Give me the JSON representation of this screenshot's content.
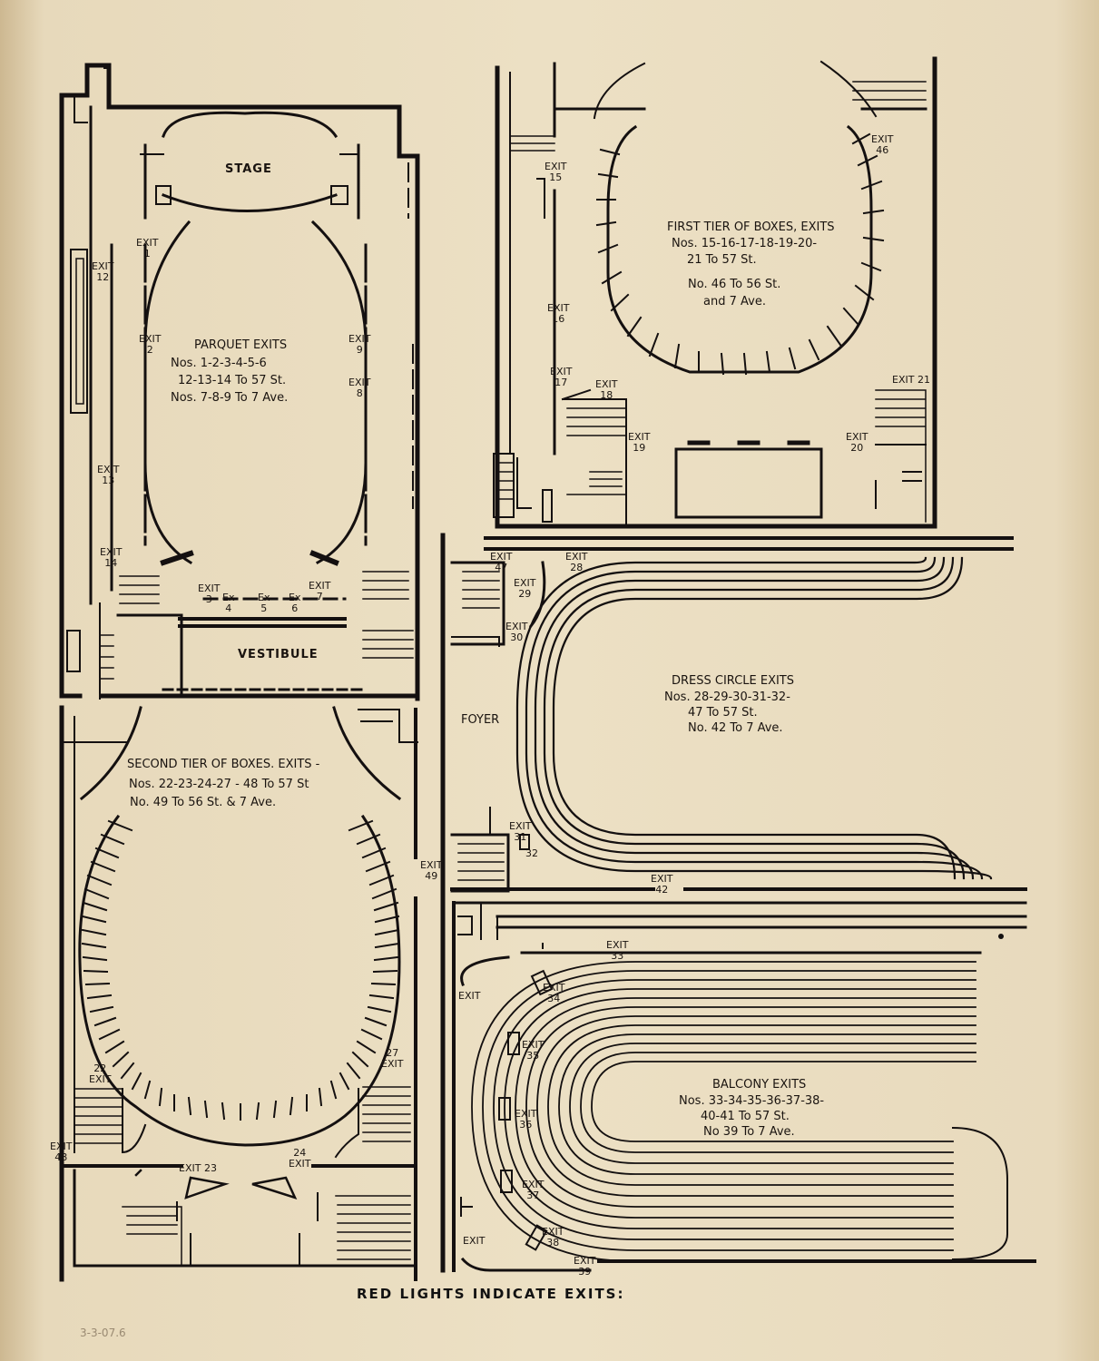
{
  "plans": {
    "parquet": {
      "stage": "STAGE",
      "vestibule": "VESTIBULE",
      "heading": "PARQUET EXITS",
      "lines": [
        "Nos. 1-2-3-4-5-6",
        "12-13-14 To 57 St.",
        "Nos. 7-8-9 To 7 Ave."
      ],
      "exits": [
        "1",
        "2",
        "3",
        "4",
        "5",
        "6",
        "7",
        "8",
        "9",
        "12",
        "13",
        "14"
      ]
    },
    "first_tier": {
      "heading": "FIRST TIER OF BOXES, EXITS",
      "lines": [
        "Nos. 15-16-17-18-19-20-",
        "21 To 57 St.",
        "No. 46 To 56 St.",
        "and 7 Ave."
      ],
      "exits": [
        "15",
        "16",
        "17",
        "18",
        "19",
        "20",
        "21",
        "46"
      ]
    },
    "dress_circle": {
      "foyer": "FOYER",
      "heading": "DRESS CIRCLE EXITS",
      "lines": [
        "Nos. 28-29-30-31-32-",
        "47 To 57 St.",
        "No. 42 To 7 Ave."
      ],
      "exits": [
        "28",
        "29",
        "30",
        "31",
        "32",
        "42",
        "47"
      ]
    },
    "second_tier": {
      "heading": "SECOND TIER OF BOXES. EXITS -",
      "lines": [
        "Nos. 22-23-24-27 - 48 To 57 St",
        "No. 49 To 56 St. & 7 Ave."
      ],
      "exits": [
        "22",
        "23",
        "24",
        "27",
        "48",
        "49"
      ]
    },
    "balcony": {
      "heading": "BALCONY EXITS",
      "lines": [
        "Nos. 33-34-35-36-37-38-",
        "40-41 To 57 St.",
        "No 39 To 7 Ave."
      ],
      "exits": [
        "33",
        "34",
        "35",
        "36",
        "37",
        "38",
        "39"
      ]
    }
  },
  "exit_word": "EXIT",
  "ex_word": "Ex",
  "footer": "RED LIGHTS INDICATE EXITS:",
  "pencil_note": "3-3-07.6"
}
